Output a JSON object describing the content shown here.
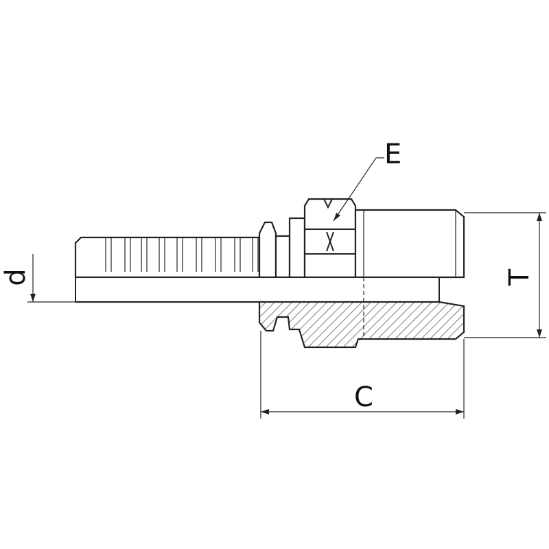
{
  "labels": {
    "d": "d",
    "e": "E",
    "t": "T",
    "c": "C"
  },
  "colors": {
    "line": "#222222",
    "background": "#ffffff",
    "hatch": "#333333"
  }
}
